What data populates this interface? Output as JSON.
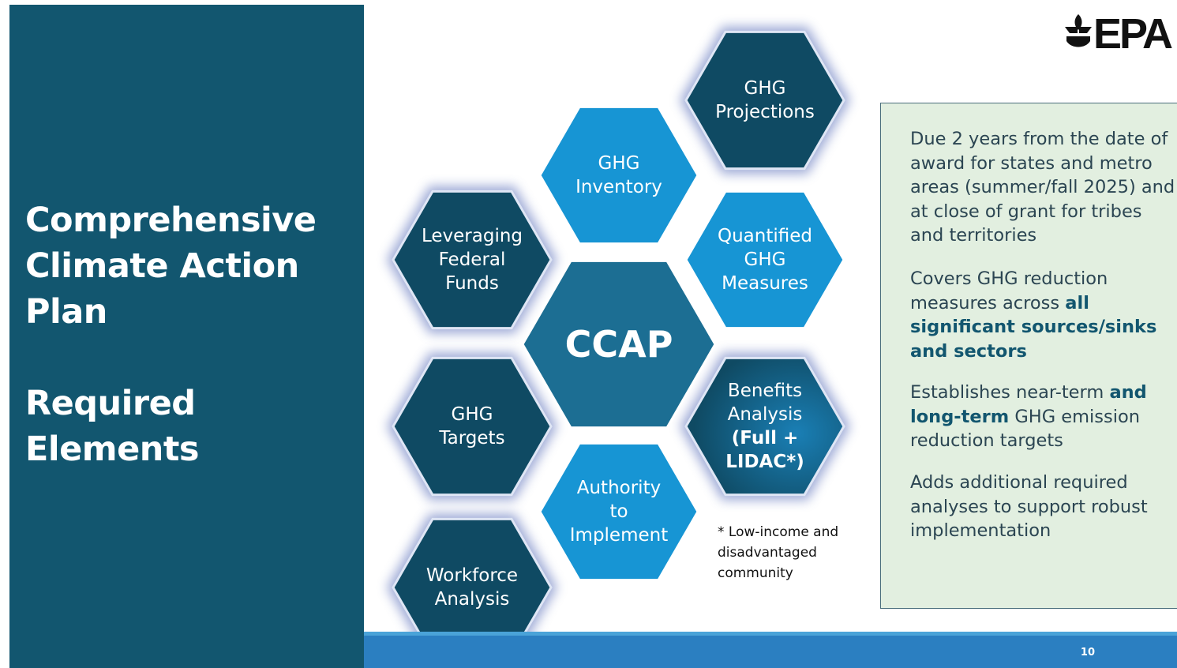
{
  "slide": {
    "title_lines": [
      "Comprehensive",
      "Climate Action",
      "Plan"
    ],
    "subtitle_lines": [
      "Required",
      "Elements"
    ],
    "page_number": "10"
  },
  "logo": {
    "text": "EPA",
    "icon": "epa-flower-icon"
  },
  "colors": {
    "left_panel": "#12566f",
    "hex_dark": "#0f4a63",
    "hex_medium": "#1c6e93",
    "hex_light": "#1795d4",
    "info_bg": "#e2efe0",
    "band": "#2b7fc1"
  },
  "hexagons": [
    {
      "id": "ccap",
      "text": "CCAP",
      "color": "medium"
    },
    {
      "id": "ghg-projections",
      "text": "GHG\nProjections",
      "color": "dark"
    },
    {
      "id": "ghg-inventory",
      "text": "GHG\nInventory",
      "color": "light"
    },
    {
      "id": "quantified-ghg-measures",
      "text": "Quantified\nGHG\nMeasures",
      "color": "light"
    },
    {
      "id": "leveraging-federal-funds",
      "text": "Leveraging\nFederal\nFunds",
      "color": "dark"
    },
    {
      "id": "benefits-analysis",
      "text": "Benefits\nAnalysis",
      "text_bold": "(Full +\nLIDAC*)",
      "color": "dark"
    },
    {
      "id": "ghg-targets",
      "text": "GHG\nTargets",
      "color": "dark"
    },
    {
      "id": "authority-to-implement",
      "text": "Authority\nto\nImplement",
      "color": "light"
    },
    {
      "id": "workforce-analysis",
      "text": "Workforce\nAnalysis",
      "color": "dark"
    }
  ],
  "footnote": "* Low-income and disadvantaged community",
  "info": {
    "p1": "Due 2 years from the date of award for states and metro areas (summer/fall 2025) and at close of grant for tribes and territories",
    "p2_a": "Covers GHG reduction measures across ",
    "p2_b": "all significant sources/sinks and sectors",
    "p3_a": "Establishes near-term ",
    "p3_b": "and long-term",
    "p3_c": " GHG emission reduction targets",
    "p4": "Adds additional required analyses to support robust implementation"
  }
}
